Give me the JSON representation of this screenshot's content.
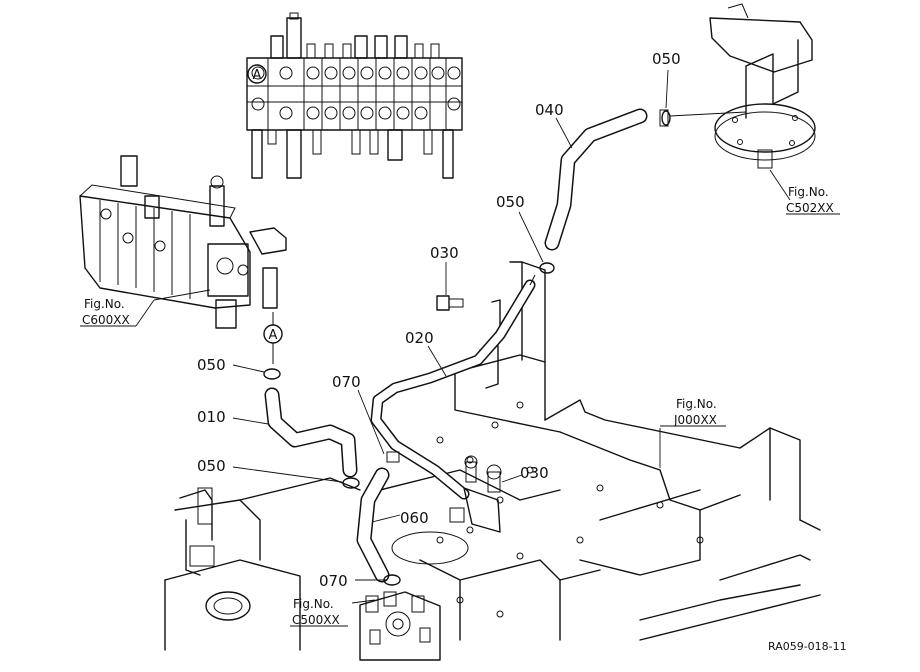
{
  "drawing_code": "RA059-018-11",
  "markers": {
    "a_top": "A",
    "a_lower": "A"
  },
  "callouts": {
    "p040": "040",
    "p050_top": "050",
    "p050_mid": "050",
    "p030_top": "030",
    "p020": "020",
    "p050_left": "050",
    "p070_top": "070",
    "p010": "010",
    "p050_lower": "050",
    "p060": "060",
    "p030_lower": "030",
    "p070_bottom": "070"
  },
  "figure_refs": {
    "c502": {
      "label": "Fig.No.",
      "code": "C502XX"
    },
    "c600": {
      "label": "Fig.No.",
      "code": "C600XX"
    },
    "j000": {
      "label": "Fig.No.",
      "code": "J000XX"
    },
    "c500": {
      "label": "Fig.No.",
      "code": "C500XX"
    }
  }
}
